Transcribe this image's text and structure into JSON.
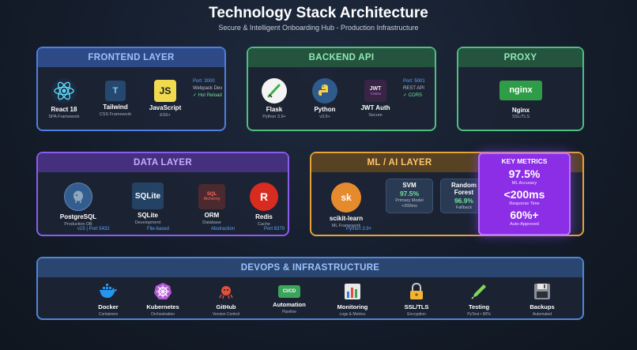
{
  "header": {
    "title": "Technology Stack Architecture",
    "subtitle": "Secure & Intelligent Onboarding Hub - Production Infrastructure"
  },
  "frontend": {
    "title": "FRONTEND LAYER",
    "items": [
      {
        "icon": "react-icon",
        "name": "React 18",
        "desc": "SPA Framework"
      },
      {
        "icon": "tailwind-icon",
        "glyph": "T",
        "name": "Tailwind",
        "desc": "CSS Framework"
      },
      {
        "icon": "javascript-icon",
        "glyph": "JS",
        "name": "JavaScript",
        "desc": "ES6+"
      }
    ],
    "notes": [
      "Port: 3000",
      "Webpack Dev",
      "✓ Hot Reload"
    ]
  },
  "backend": {
    "title": "BACKEND API",
    "items": [
      {
        "icon": "flask-icon",
        "name": "Flask",
        "desc": "Python 3.9+"
      },
      {
        "icon": "python-icon",
        "name": "Python",
        "desc": "v3.9+"
      },
      {
        "icon": "jwt-icon",
        "glyph": "JWT",
        "glyph2": "TOKEN",
        "name": "JWT Auth",
        "desc": "Secure"
      }
    ],
    "notes": [
      "Port: 5001",
      "REST API",
      "✓ CORS"
    ]
  },
  "proxy": {
    "title": "PROXY",
    "logo": "nginx",
    "name": "Nginx",
    "desc": "SSL/TLS"
  },
  "data_layer": {
    "title": "DATA LAYER",
    "items": [
      {
        "icon": "postgresql-icon",
        "name": "PostgreSQL",
        "desc": "Production DB",
        "note": "v15 | Port 5432"
      },
      {
        "icon": "sqlite-icon",
        "glyph": "SQLite",
        "name": "SQLite",
        "desc": "Development",
        "note": "File-based"
      },
      {
        "icon": "sqlalchemy-icon",
        "glyph": "SQL",
        "glyph2": "Alchemy",
        "name": "ORM",
        "desc": "Database",
        "note": "Abstraction"
      },
      {
        "icon": "redis-icon",
        "glyph": "R",
        "name": "Redis",
        "desc": "Cache",
        "note": "Port 6379"
      }
    ]
  },
  "ml_layer": {
    "title": "ML / AI LAYER",
    "framework": {
      "icon": "scikit-learn-icon",
      "glyph": "sk",
      "name": "scikit-learn",
      "desc": "ML Framework",
      "note": "Python 3.9+"
    },
    "models": [
      {
        "name": "SVM",
        "value": "97.5%",
        "desc": "Primary Model",
        "note": "<200ms"
      },
      {
        "name": "Random Forest",
        "value": "96.9%",
        "desc": "Fallback"
      }
    ]
  },
  "key_metrics": {
    "title": "KEY METRICS",
    "items": [
      {
        "value": "97.5%",
        "label": "ML Accuracy"
      },
      {
        "value": "<200ms",
        "label": "Response Time"
      },
      {
        "value": "60%+",
        "label": "Auto-Approved"
      }
    ]
  },
  "devops": {
    "title": "DEVOPS & INFRASTRUCTURE",
    "items": [
      {
        "icon": "docker-icon",
        "name": "Docker",
        "desc": "Containers"
      },
      {
        "icon": "kubernetes-icon",
        "name": "Kubernetes",
        "desc": "Orchestration"
      },
      {
        "icon": "github-icon",
        "name": "GitHub",
        "desc": "Version Control"
      },
      {
        "icon": "cicd-icon",
        "glyph": "CI/CD",
        "name": "Automation",
        "desc": "Pipeline"
      },
      {
        "icon": "monitoring-icon",
        "name": "Monitoring",
        "desc": "Logs & Metrics"
      },
      {
        "icon": "lock-icon",
        "name": "SSL/TLS",
        "desc": "Encryption"
      },
      {
        "icon": "testing-icon",
        "name": "Testing",
        "desc": "PyTest • 90%"
      },
      {
        "icon": "backup-icon",
        "name": "Backups",
        "desc": "Automated"
      }
    ]
  }
}
